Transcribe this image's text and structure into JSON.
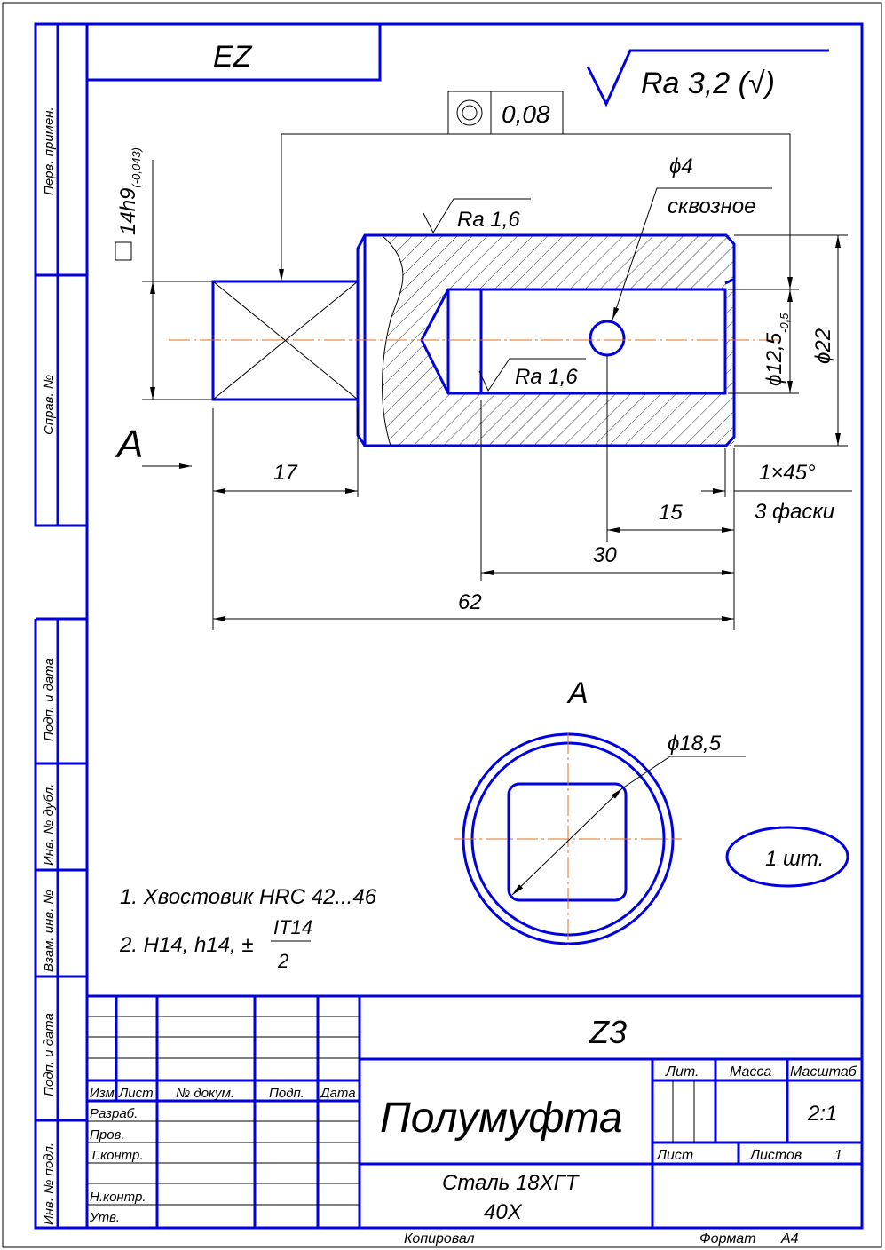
{
  "side_stamp": [
    "Перв. примен.",
    "Справ. №",
    "Подп. и дата",
    "Инв. № дубл.",
    "Взам. инв. №",
    "Подп. и дата",
    "Инв. № подл."
  ],
  "top_box": "EZ",
  "roughness_general": "Ra 3,2 (√)",
  "tolerance_frame": {
    "value": "0,08"
  },
  "square_dim": "14h9",
  "square_dim_tol": "(-0,043)",
  "hole_label": "ϕ4",
  "hole_note": "сквозное",
  "ra_outer": "Ra 1,6",
  "ra_bore": "Ra 1,6",
  "dims": {
    "d_bore": "ϕ12,5",
    "d_bore_tol": "-0,5",
    "d_outer": "ϕ22",
    "d17": "17",
    "d15": "15",
    "d30": "30",
    "d62": "62",
    "chamfer": "1×45°",
    "chamfer_note": "3 фаски",
    "d185": "ϕ18,5"
  },
  "view_label_arrow": "А",
  "view_title": "А",
  "quantity": "1 шт.",
  "notes": [
    "1. Хвостовик HRC 42...46",
    "2. H14, h14, ±",
    "IT14",
    "2"
  ],
  "title_block": {
    "code": "Z3",
    "name": "Полумуфта",
    "material_1": "Сталь 18ХГТ",
    "material_2": "40Х",
    "headers": [
      "Изм.",
      "Лист",
      "№ докум.",
      "Подп.",
      "Дата"
    ],
    "roles": [
      "Разраб.",
      "Пров.",
      "Т.контр.",
      "Н.контр.",
      "Утв."
    ],
    "lit": "Лит.",
    "mass": "Масса",
    "scale_label": "Масштаб",
    "scale": "2:1",
    "sheet": "Лист",
    "sheets": "Листов",
    "sheets_value": "1",
    "copied": "Копировал",
    "format_label": "Формат",
    "format": "A4"
  }
}
